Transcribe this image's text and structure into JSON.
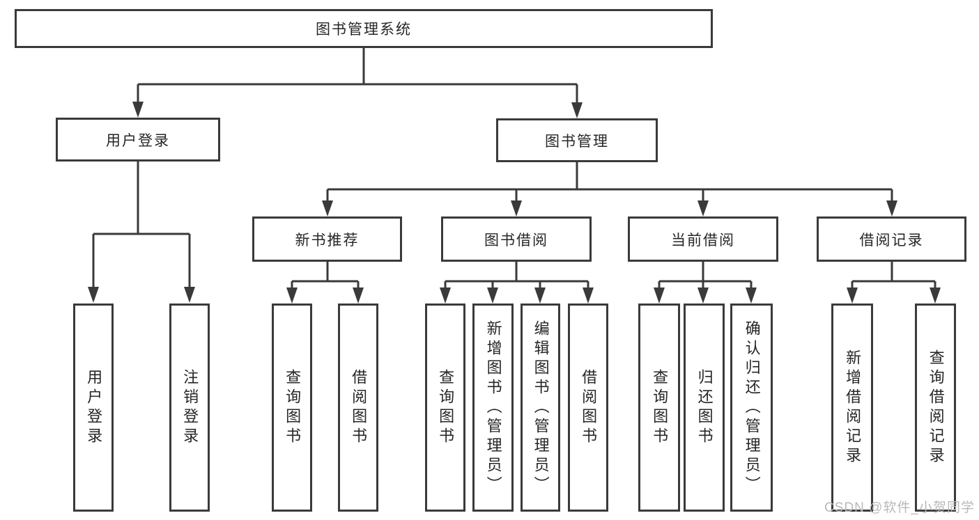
{
  "tree": {
    "label": "图书管理系统",
    "children": [
      {
        "label": "用户登录",
        "leaves": [
          "用户登录",
          "注销登录"
        ]
      },
      {
        "label": "图书管理",
        "children": [
          {
            "label": "新书推荐",
            "leaves": [
              "查询图书",
              "借阅图书"
            ]
          },
          {
            "label": "图书借阅",
            "leaves": [
              "查询图书",
              "新增图书（管理员）",
              "编辑图书（管理员）",
              "借阅图书"
            ]
          },
          {
            "label": "当前借阅",
            "leaves": [
              "查询图书",
              "归还图书",
              "确认归还（管理员）"
            ]
          },
          {
            "label": "借阅记录",
            "leaves": [
              "新增借阅记录",
              "查询借阅记录"
            ]
          }
        ]
      }
    ]
  },
  "watermark": {
    "text": "CSDN @软件_小贺同学"
  },
  "colors": {
    "line": "#3a3a3a",
    "text": "#262626",
    "watermark": "#b9b9b9",
    "background": "#ffffff"
  }
}
